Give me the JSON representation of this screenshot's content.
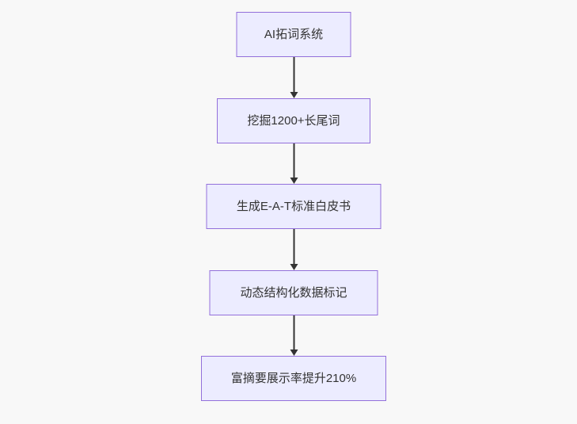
{
  "diagram": {
    "type": "flowchart",
    "direction": "top-down",
    "colors": {
      "background": "#f8f8f8",
      "node_fill": "#ececff",
      "node_border": "#9370db",
      "text": "#333333",
      "arrow": "#333333"
    },
    "nodes": [
      {
        "id": "n1",
        "label": "AI拓词系统"
      },
      {
        "id": "n2",
        "label": "挖掘1200+长尾词"
      },
      {
        "id": "n3",
        "label": "生成E-A-T标准白皮书"
      },
      {
        "id": "n4",
        "label": "动态结构化数据标记"
      },
      {
        "id": "n5",
        "label": "富摘要展示率提升210%"
      }
    ],
    "edges": [
      {
        "from": "n1",
        "to": "n2"
      },
      {
        "from": "n2",
        "to": "n3"
      },
      {
        "from": "n3",
        "to": "n4"
      },
      {
        "from": "n4",
        "to": "n5"
      }
    ]
  }
}
